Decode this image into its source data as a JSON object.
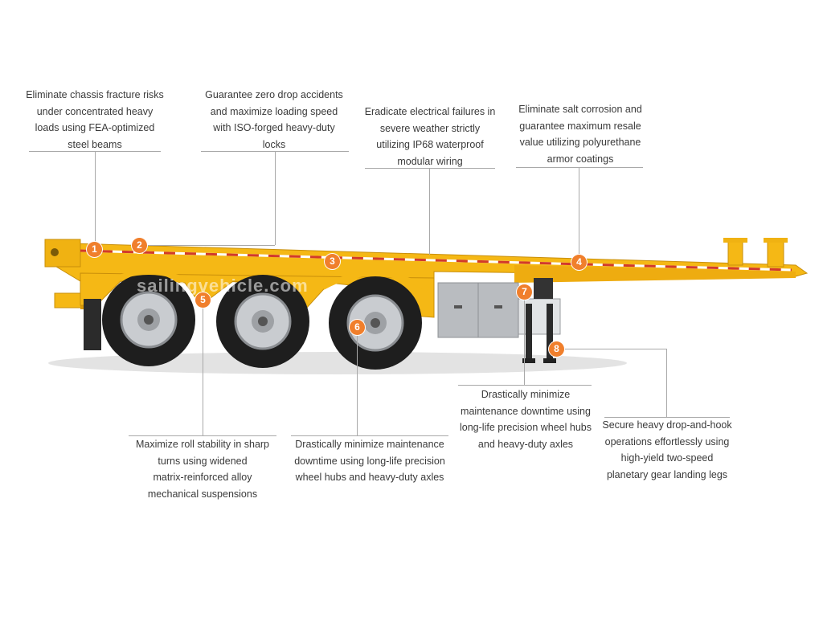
{
  "colors": {
    "chassis": "#f5b815",
    "chassis_dark": "#d89a0a",
    "reflector_red": "#d23a2a",
    "marker_orange": "#f07f2c",
    "tire": "#1e1e1e",
    "rim": "#c9ccd0",
    "toolbox": "#b9bcc0",
    "leader_line": "#a9a9a9"
  },
  "watermark": "sailingvehicle.com",
  "callouts": [
    {
      "id": "1",
      "text": "Eliminate chassis fracture risks\nunder concentrated heavy\nloads using FEA-optimized\nsteel beams"
    },
    {
      "id": "2",
      "text": "Guarantee zero drop accidents\nand maximize loading speed\nwith ISO-forged heavy-duty\nlocks"
    },
    {
      "id": "3",
      "text": "Eradicate electrical failures in\nsevere weather strictly\nutilizing IP68 waterproof\nmodular wiring"
    },
    {
      "id": "4",
      "text": "Eliminate salt corrosion and\nguarantee maximum resale\nvalue utilizing polyurethane\narmor coatings"
    },
    {
      "id": "5",
      "text": "Maximize roll stability in sharp\nturns using widened\nmatrix-reinforced alloy\nmechanical suspensions"
    },
    {
      "id": "6",
      "text": "Drastically minimize maintenance\ndowntime using long-life precision\nwheel hubs and heavy-duty axles"
    },
    {
      "id": "7",
      "text": "Drastically minimize\nmaintenance downtime using\nlong-life precision wheel hubs\nand heavy-duty axles"
    },
    {
      "id": "8",
      "text": "Secure heavy drop-and-hook\noperations effortlessly using\nhigh-yield two-speed\nplanetary gear landing legs"
    }
  ]
}
